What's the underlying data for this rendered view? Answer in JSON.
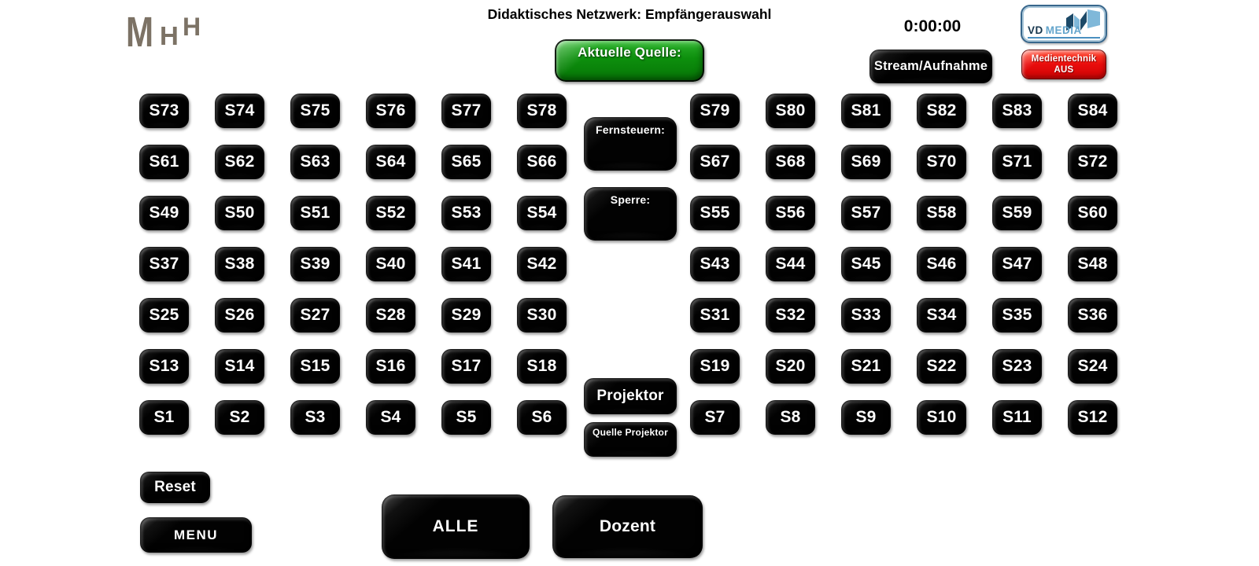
{
  "header": {
    "title": "Didaktisches Netzwerk: Empfängerauswahl",
    "mhh_letters": [
      "M",
      "H",
      "H"
    ],
    "timer": "0:00:00",
    "source_button": "Aktuelle Quelle:",
    "stream_button": "Stream/Aufnahme",
    "vdmedia_vd": "VD",
    "vdmedia_media": "MEDIA",
    "medientechnik_line1": "Medientechnik",
    "medientechnik_line2": "AUS"
  },
  "controls": {
    "fernsteuern": "Fernsteuern:",
    "sperre": "Sperre:",
    "projektor": "Projektor",
    "quelle_projektor": "Quelle Projektor",
    "reset": "Reset",
    "menu": "MENU",
    "alle": "ALLE",
    "dozent": "Dozent"
  },
  "receivers": {
    "left": [
      "S73",
      "S74",
      "S75",
      "S76",
      "S77",
      "S78",
      "S61",
      "S62",
      "S63",
      "S64",
      "S65",
      "S66",
      "S49",
      "S50",
      "S51",
      "S52",
      "S53",
      "S54",
      "S37",
      "S38",
      "S39",
      "S40",
      "S41",
      "S42",
      "S25",
      "S26",
      "S27",
      "S28",
      "S29",
      "S30",
      "S13",
      "S14",
      "S15",
      "S16",
      "S17",
      "S18",
      "S1",
      "S2",
      "S3",
      "S4",
      "S5",
      "S6"
    ],
    "right": [
      "S79",
      "S80",
      "S81",
      "S82",
      "S83",
      "S84",
      "S67",
      "S68",
      "S69",
      "S70",
      "S71",
      "S72",
      "S55",
      "S56",
      "S57",
      "S58",
      "S59",
      "S60",
      "S43",
      "S44",
      "S45",
      "S46",
      "S47",
      "S48",
      "S31",
      "S32",
      "S33",
      "S34",
      "S35",
      "S36",
      "S19",
      "S20",
      "S21",
      "S22",
      "S23",
      "S24",
      "S7",
      "S8",
      "S9",
      "S10",
      "S11",
      "S12"
    ]
  },
  "colors": {
    "button_black": "#020202",
    "accent_green": "#0d8f0d",
    "accent_red": "#e90c0c",
    "mhh_gray": "#7c7265",
    "vd_navy": "#17374e",
    "vd_lightblue": "#64a5cc"
  }
}
